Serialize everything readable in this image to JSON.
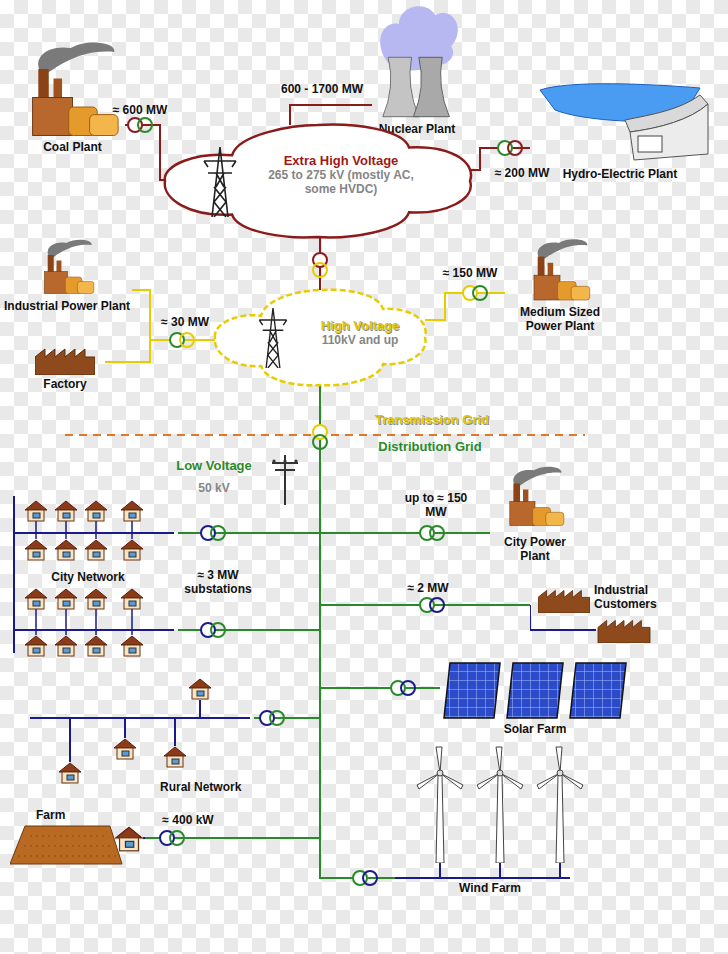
{
  "diagram": {
    "nodes": [
      {
        "text": [
          "Coal Plant"
        ]
      },
      {
        "text": [
          "Nuclear Plant"
        ]
      },
      {
        "text": [
          "Extra High Voltage",
          "265 to 275 kV (mostly AC, some HVDC)"
        ]
      },
      {
        "text": [
          "Hydro-Electric Plant"
        ]
      },
      {
        "text": [
          "Industrial Power Plant"
        ]
      },
      {
        "text": [
          "High Voltage",
          "110kV and up"
        ]
      },
      {
        "text": [
          "Medium Sized Power Plant"
        ]
      },
      {
        "text": [
          "Factory"
        ]
      },
      {
        "text": [
          "City Power Plant"
        ]
      },
      {
        "text": [
          "City Network"
        ]
      },
      {
        "text": [
          "Industrial Customers"
        ]
      },
      {
        "text": [
          "Solar Farm"
        ]
      },
      {
        "text": [
          "Rural Network"
        ]
      },
      {
        "text": [
          "Farm"
        ]
      },
      {
        "text": [
          "Wind Farm"
        ]
      }
    ],
    "edges": [
      {
        "from": 0,
        "to": 2,
        "arrow": "none",
        "label": "≈ 600 MW"
      },
      {
        "from": 1,
        "to": 2,
        "arrow": "none",
        "label": "600 - 1700 MW"
      },
      {
        "from": 3,
        "to": 2,
        "arrow": "none",
        "label": "≈ 200 MW"
      },
      {
        "from": 2,
        "to": 5,
        "arrow": "none"
      },
      {
        "from": 4,
        "to": 5,
        "arrow": "none",
        "label": "≈ 30 MW"
      },
      {
        "from": 7,
        "to": 5,
        "arrow": "none"
      },
      {
        "from": 6,
        "to": 5,
        "arrow": "none",
        "label": "≈ 150 MW"
      },
      {
        "from": 5,
        "to": 8,
        "arrow": "none",
        "label": "up to ≈ 150 MW"
      },
      {
        "from": 5,
        "to": 9,
        "arrow": "none",
        "label": "≈ 3 MW substations"
      },
      {
        "from": 5,
        "to": 9,
        "arrow": "none"
      },
      {
        "from": 5,
        "to": 10,
        "arrow": "none",
        "label": "≈ 2 MW"
      },
      {
        "from": 5,
        "to": 11,
        "arrow": "none"
      },
      {
        "from": 5,
        "to": 12,
        "arrow": "none"
      },
      {
        "from": 5,
        "to": 13,
        "arrow": "none",
        "label": "≈ 400 kW"
      },
      {
        "from": 5,
        "to": 14,
        "arrow": "none"
      }
    ],
    "labels": [
      "Transmission Grid",
      "Distribution Grid",
      "Low Voltage",
      "50 kV"
    ]
  }
}
